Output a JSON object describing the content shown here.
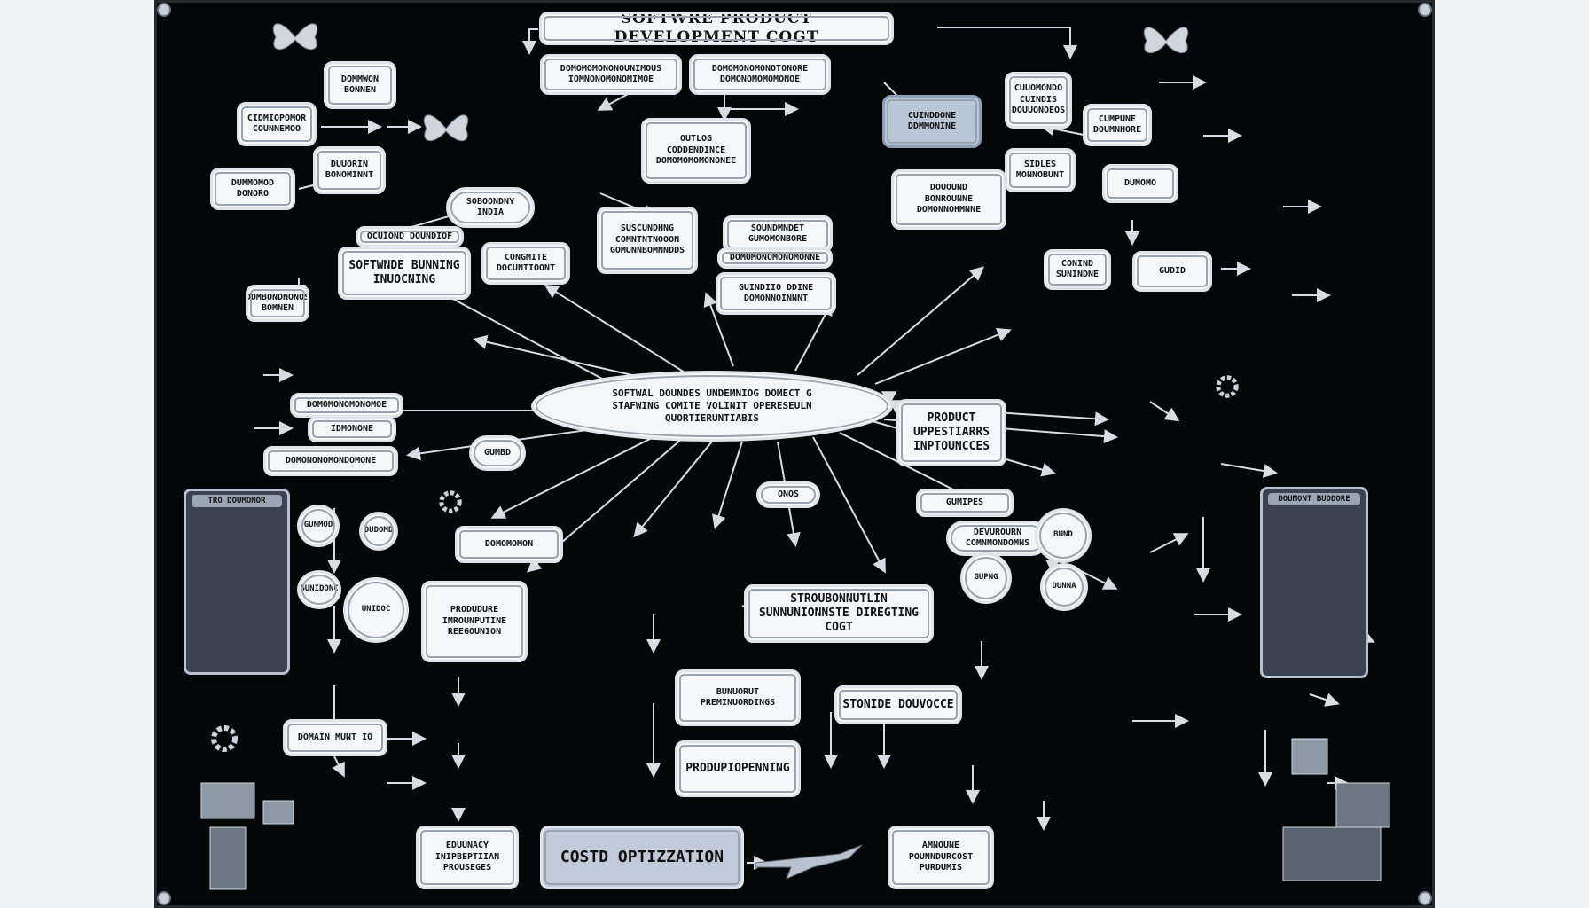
{
  "title": "SOFTWRE PRODUCT DEVELOPMENT COGT",
  "center": "SOFTWAL DOUNDES UNDEMNIOG DOMECT G\nSTAFWING COMITE VOLINIT OPERESEULN\nQUORTIERUNTIABIS",
  "top_sub_left": "DOMOMOMONONOUNIMOUS\nIOMNONOMONOMIMOE",
  "top_sub_right": "DOMOMONOMONOTONORE\nDOMONOMOMOMONOE",
  "outline": "OUTLOG\nCODDENDINCE\nDOMOMOMOMONONEE",
  "product_req": "PRODUCT\nUPPESTIARRS\nINPTOUNCCES",
  "software_bunning": "SOFTWNDE BUNNING\nINUOCNING",
  "stroub": "STROUBONNUTLIN\nSUNNUNIONNSTE DIREGTING COGT",
  "storige": "STONIDE DOUVOCCE",
  "prodor": "PRODUPIOPENNING",
  "costd": "COSTD OPTIZZATION",
  "ruumpe": "PRODUDURE\nIMROUNPUTINE\nREEGOUNION",
  "bunaint": "BUNUORUT PREMINUORDINGS",
  "eduunacy": "EDUUNACY\nINIPBEPTIIAN\nPROUSEGES",
  "abunce": "AMNOUNE\nPOUNNDURCOST\nPURDUMIS",
  "domain_mut": "DOMAIN MUNT IO",
  "stack_left_title": "TRO DOUMOMOR",
  "stack_right_title": "DOUMONT BUDDORE",
  "labels": {
    "a": "DOMMWON\nBONNEN",
    "b": "DUUORIN\nBONOMINNT",
    "c": "CIDMIOPOMOR\nCOUNNEMOO",
    "d": "DUMMOMOD\nDONORO",
    "e": "SOBOONDNY\nINDIA",
    "f": "OCUIOND DOUNDIOF",
    "g": "CONGMITE\nDOCUNTIOONT",
    "h": "SUSCUNDHNG\nCOMNTNTNOOON\nGOMUNNBOMNNDDS",
    "i": "SOUNDMNDET\nGUMOMONBORE",
    "j": "GUINDIIO DDINE\nDOMONNOINNNT",
    "k": "DOUOUND\nBONROUNNE\nDOMONNOHMNNE",
    "l": "SIDLES\nMONNOBUNT",
    "m": "CUUOMONDO\nCUINDIS\nDOUUONOEOS",
    "n": "CUINDDONE\nDDMMONINE",
    "o": "CUMPUNE\nDOUMNHORE",
    "p": "CONIND\nSUNINDNE",
    "q": "DUMOMO",
    "r": "GUDID",
    "s": "DOMBONDNONOS\nBOMNEN",
    "t": "DOMOMONOMONOMOE",
    "u": "DOMONONOMONDOMONE",
    "v": "DOMOMONOMONOMONNE",
    "w": "IDMONONE",
    "x": "GUMIPES",
    "y": "DOMOMOMON",
    "z": "DEVUROURN\nCOMNMONDOMNS"
  },
  "small": [
    "GUNMOD",
    "DUDOMD",
    "GUNIDONC",
    "UNIDOC",
    "GUPNG",
    "BUND",
    "DUNNA",
    "GUMBD",
    "ONOS"
  ]
}
